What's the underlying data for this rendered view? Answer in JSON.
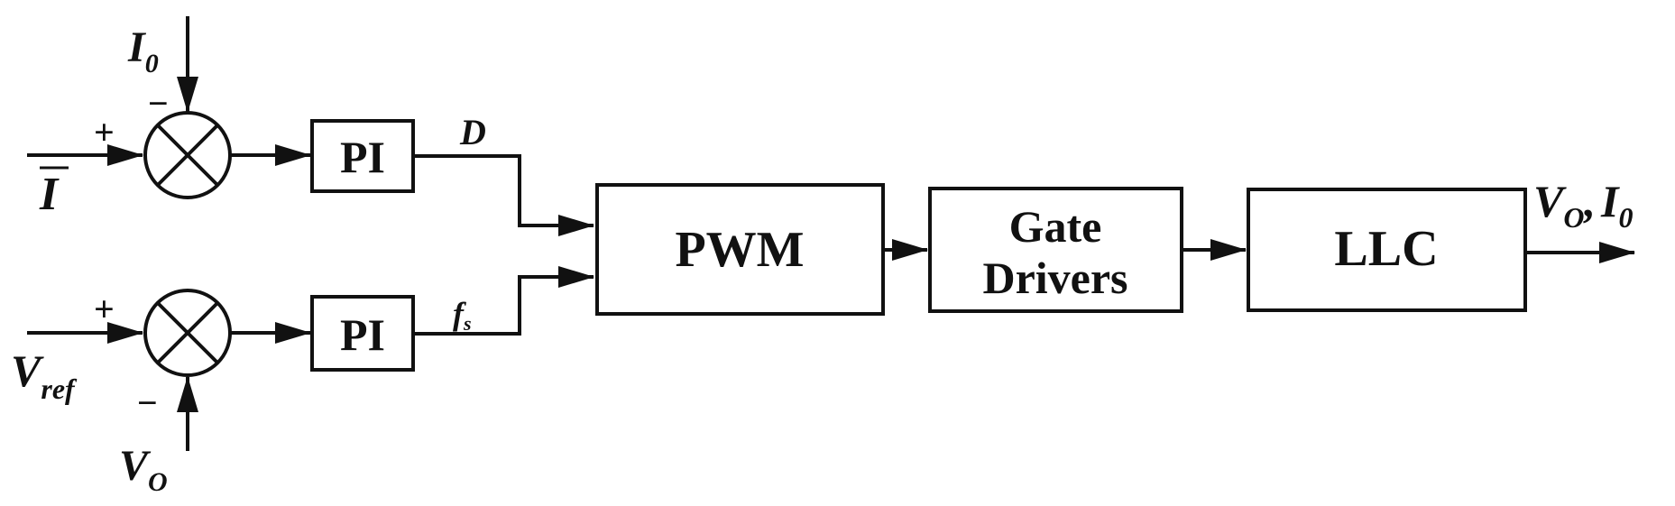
{
  "blocks": {
    "pi_top": "PI",
    "pi_bottom": "PI",
    "pwm": "PWM",
    "gate_line1": "Gate",
    "gate_line2": "Drivers",
    "llc": "LLC"
  },
  "signals": {
    "i_bar": "I",
    "i0_top": "I",
    "i0_sub": "0",
    "v_ref": "V",
    "v_ref_sub": "ref",
    "v_o_bottom": "V",
    "v_o_bottom_sub": "O",
    "duty": "D",
    "fs": "f",
    "fs_sub": "s",
    "out_v": "V",
    "out_v_sub": "O",
    "out_sep": ",",
    "out_i": "I",
    "out_i_sub": "0"
  },
  "signs": {
    "top_plus": "+",
    "top_minus": "−",
    "bottom_plus": "+",
    "bottom_minus": "−"
  }
}
